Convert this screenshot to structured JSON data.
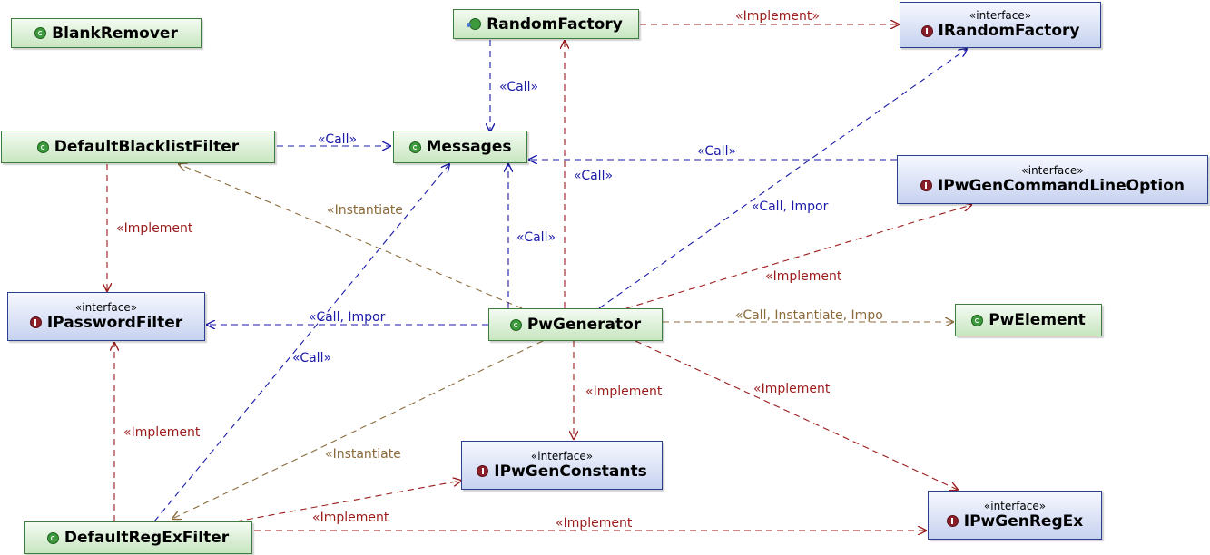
{
  "nodes": {
    "BlankRemover": {
      "name": "BlankRemover",
      "icon": "class-icon"
    },
    "RandomFactory": {
      "name": "RandomFactory",
      "icon": "abstract-class-icon"
    },
    "IRandomFactory": {
      "name": "IRandomFactory",
      "stereotype": "«interface»",
      "icon": "interface-icon"
    },
    "DefaultBlacklistFilter": {
      "name": "DefaultBlacklistFilter",
      "icon": "class-icon"
    },
    "Messages": {
      "name": "Messages",
      "icon": "class-icon"
    },
    "IPwGenCommandLineOption": {
      "name": "IPwGenCommandLineOption",
      "stereotype": "«interface»",
      "icon": "interface-icon"
    },
    "IPasswordFilter": {
      "name": "IPasswordFilter",
      "stereotype": "«interface»",
      "icon": "interface-icon"
    },
    "PwGenerator": {
      "name": "PwGenerator",
      "icon": "class-icon"
    },
    "PwElement": {
      "name": "PwElement",
      "icon": "class-icon"
    },
    "IPwGenConstants": {
      "name": "IPwGenConstants",
      "stereotype": "«interface»",
      "icon": "interface-icon"
    },
    "IPwGenRegEx": {
      "name": "IPwGenRegEx",
      "stereotype": "«interface»",
      "icon": "interface-icon"
    },
    "DefaultRegExFilter": {
      "name": "DefaultRegExFilter",
      "icon": "class-icon"
    }
  },
  "edges": [
    {
      "id": "rf-irf",
      "kind": "impl",
      "label": "«Implement»"
    },
    {
      "id": "rf-msg",
      "kind": "call",
      "label": "«Call»"
    },
    {
      "id": "dbf-msg",
      "kind": "call",
      "label": "«Call»"
    },
    {
      "id": "ipcl-msg",
      "kind": "call",
      "label": "«Call»"
    },
    {
      "id": "pw-rf",
      "kind": "call",
      "label": "«Call»"
    },
    {
      "id": "pw-irf",
      "kind": "call",
      "label": "«Call, Impor"
    },
    {
      "id": "pw-dbf",
      "kind": "inst",
      "label": "«Instantiate"
    },
    {
      "id": "dbf-ipf",
      "kind": "impl",
      "label": "«Implement"
    },
    {
      "id": "pw-msg",
      "kind": "call",
      "label": "«Call»"
    },
    {
      "id": "pw-ipcl",
      "kind": "impl",
      "label": "«Implement"
    },
    {
      "id": "pw-ipf",
      "kind": "call",
      "label": "«Call, Impor"
    },
    {
      "id": "pw-pwe",
      "kind": "inst",
      "label": "«Call, Instantiate, Impo"
    },
    {
      "id": "drf-msg",
      "kind": "call",
      "label": "«Call»"
    },
    {
      "id": "pw-ipc",
      "kind": "impl",
      "label": "«Implement"
    },
    {
      "id": "pw-ipre",
      "kind": "impl",
      "label": "«Implement"
    },
    {
      "id": "drf-ipf",
      "kind": "impl",
      "label": "«Implement"
    },
    {
      "id": "pw-drf",
      "kind": "inst",
      "label": "«Instantiate"
    },
    {
      "id": "drf-ipc",
      "kind": "impl",
      "label": "«Implement"
    },
    {
      "id": "drf-ipre",
      "kind": "impl",
      "label": "«Implement"
    }
  ]
}
